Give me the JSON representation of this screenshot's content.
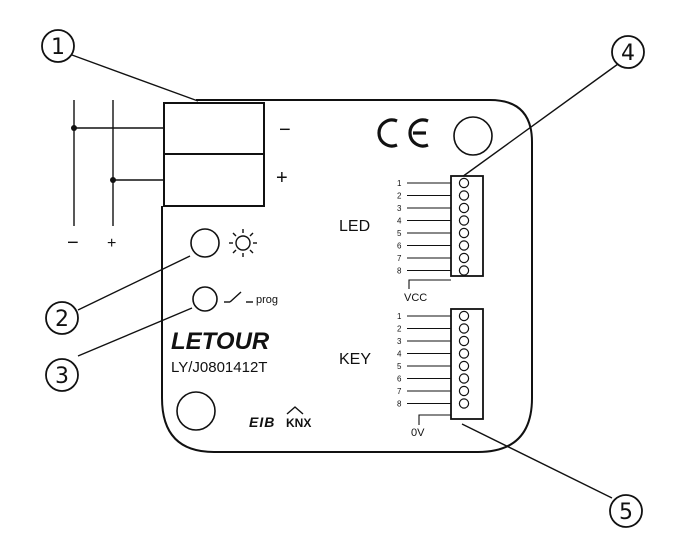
{
  "callouts": [
    "1",
    "2",
    "3",
    "4",
    "5"
  ],
  "terminal": {
    "minus": "−",
    "plus": "+"
  },
  "bus": {
    "minus": "−",
    "plus": "+"
  },
  "labels": {
    "led": "LED",
    "key": "KEY",
    "vcc": "VCC",
    "zero_v": "0V",
    "prog": "prog"
  },
  "brand": {
    "name": "LETOUR",
    "model": "LY/J0801412T"
  },
  "logos": {
    "eib": "EIB",
    "knx": "KNX"
  },
  "certification": "CE",
  "connectors": {
    "led_pins": [
      "1",
      "2",
      "3",
      "4",
      "5",
      "6",
      "7",
      "8"
    ],
    "key_pins": [
      "1",
      "2",
      "3",
      "4",
      "5",
      "6",
      "7",
      "8"
    ]
  },
  "icons": [
    "led-indicator-icon",
    "prog-switch-icon",
    "ce-mark-icon",
    "eib-logo-icon",
    "knx-logo-icon"
  ]
}
